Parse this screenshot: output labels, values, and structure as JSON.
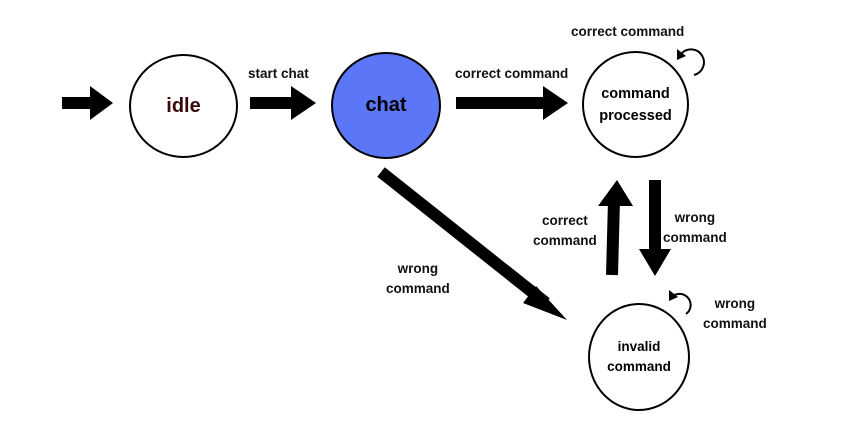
{
  "colors": {
    "chat_fill": "#5B77F8",
    "idle_text": "#3a0a0a",
    "stroke": "#000000"
  },
  "nodes": {
    "idle": "idle",
    "chat": "chat",
    "processed_line1": "command",
    "processed_line2": "processed",
    "invalid_line1": "invalid",
    "invalid_line2": "command"
  },
  "edges": {
    "start_chat": "start chat",
    "chat_to_processed": "correct command",
    "processed_self_loop": "correct command",
    "chat_to_invalid_line1": "wrong",
    "chat_to_invalid_line2": "command",
    "invalid_to_processed_line1": "correct",
    "invalid_to_processed_line2": "command",
    "processed_to_invalid_line1": "wrong",
    "processed_to_invalid_line2": "command",
    "invalid_self_loop_line1": "wrong",
    "invalid_self_loop_line2": "command"
  }
}
